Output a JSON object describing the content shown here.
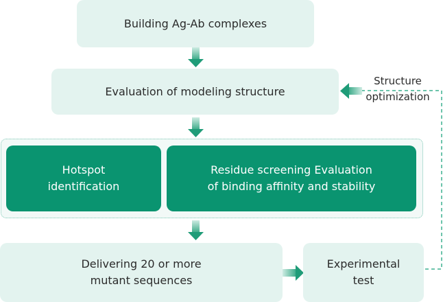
{
  "diagram": {
    "nodes": {
      "building": "Building Ag-Ab complexes",
      "evaluation": "Evaluation of modeling structure",
      "hotspot_line1": "Hotspot",
      "hotspot_line2": "identification",
      "residue_line1": "Residue screening Evaluation",
      "residue_line2": "of binding affinity and stability",
      "delivering_line1": "Delivering 20 or more",
      "delivering_line2": "mutant sequences",
      "experimental_line1": "Experimental",
      "experimental_line2": "test"
    },
    "feedback_label_line1": "Structure",
    "feedback_label_line2": "optimization",
    "colors": {
      "light_box": "#e3f3ef",
      "dark_box": "#0a9470",
      "arrow": "#1f9c78",
      "dashed": "#6cc4ab"
    }
  }
}
